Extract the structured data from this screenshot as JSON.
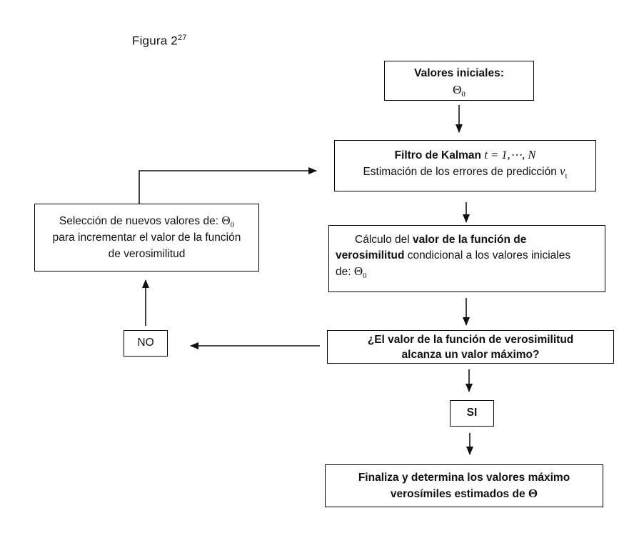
{
  "title": {
    "text": "Figura 2",
    "superscript": "27"
  },
  "colors": {
    "background": "#ffffff",
    "line": "#111111",
    "text": "#111111"
  },
  "nodes": {
    "initial": {
      "heading": "Valores iniciales:",
      "symbol": "Θ",
      "symbol_sub": "0"
    },
    "kalman": {
      "heading": "Filtro de Kalman",
      "math_range": "t = 1,⋯, N",
      "line2": "Estimación de los errores de predicción",
      "error_symbol": "v",
      "error_symbol_sub": "t"
    },
    "likelihood": {
      "line1_normal": "Cálculo del",
      "line1_bold": "valor de la función de",
      "line2_bold": "verosimilitud",
      "line2_normal": "condicional a los valores iniciales",
      "line3_normal": "de:",
      "symbol": "Θ",
      "symbol_sub": "0"
    },
    "question": {
      "line1": "¿El valor de la función de verosimilitud",
      "line2": "alcanza un valor máximo?"
    },
    "decision_yes": {
      "label": "SI"
    },
    "decision_no": {
      "label": "NO"
    },
    "selection": {
      "line1": "Selección de nuevos valores de:",
      "symbol": "Θ",
      "symbol_sub": "0",
      "line2": "para incrementar el valor de la función",
      "line3": "de verosimilitud"
    },
    "final": {
      "line1": "Finaliza y determina los valores máximo",
      "line2": "verosímiles estimados  de",
      "symbol": "Θ"
    }
  }
}
